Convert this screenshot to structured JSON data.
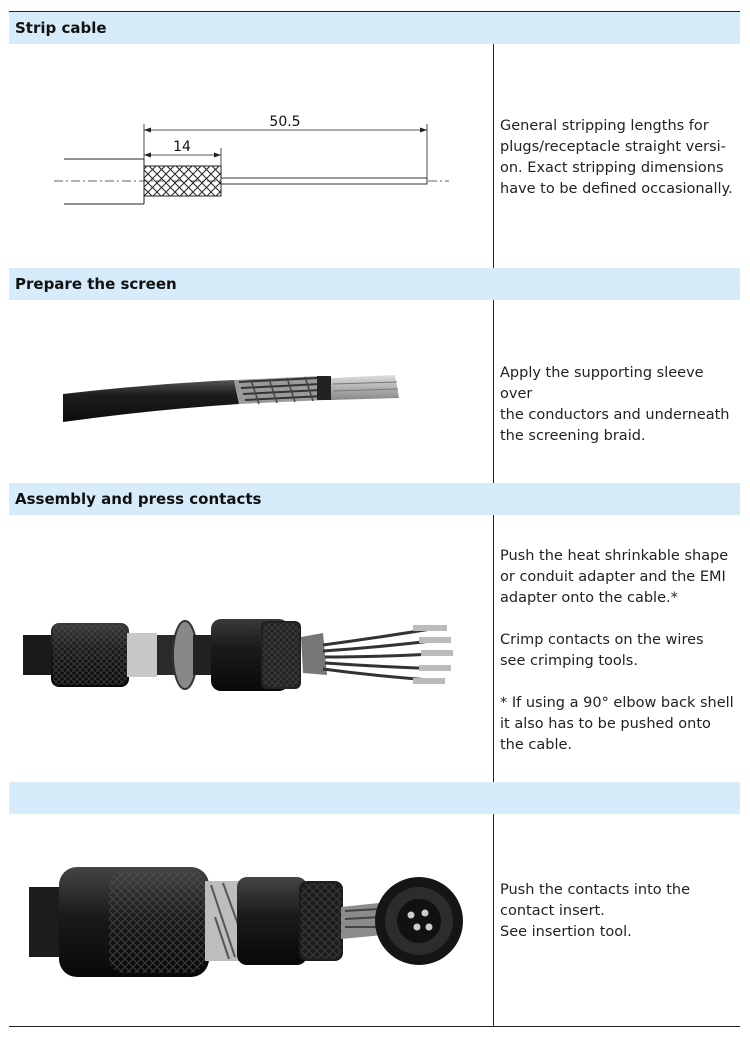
{
  "sections": [
    {
      "title": "Strip cable",
      "figure": {
        "dim_long": "50.5",
        "dim_short": "14"
      },
      "text": [
        "General stripping lengths for",
        "plugs/receptacle straight versi-",
        "on. Exact stripping dimensions",
        "have to be defined occasionally."
      ]
    },
    {
      "title": "Prepare the screen",
      "text": [
        "Apply the supporting sleeve over",
        "the conductors and underneath",
        "the screening braid."
      ]
    },
    {
      "title": "Assembly and press contacts",
      "text_blocks": [
        [
          "Push the heat shrinkable shape",
          "or conduit adapter and the EMI",
          "adapter onto the cable.*"
        ],
        [
          "Crimp contacts on the wires",
          "see crimping tools."
        ],
        [
          "* If using a 90° elbow back shell",
          "it also has to be pushed onto",
          "the cable."
        ]
      ]
    },
    {
      "title": "",
      "text": [
        "Push the contacts into the",
        "contact insert.",
        "See insertion tool."
      ]
    }
  ]
}
